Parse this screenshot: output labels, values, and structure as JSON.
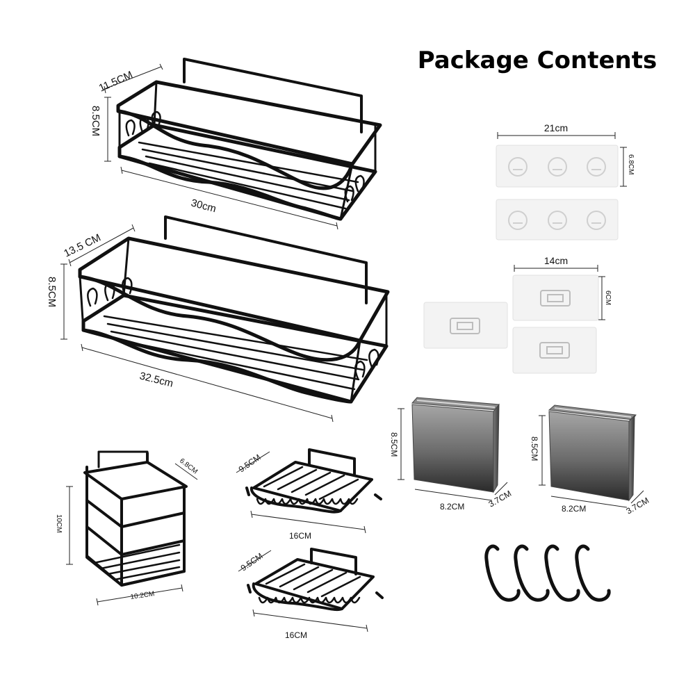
{
  "title": "Package Contents",
  "shelf_large_1": {
    "depth": "11.5CM",
    "height": "8.5CM",
    "length": "30cm"
  },
  "shelf_large_2": {
    "depth": "13.5 CM",
    "height": "8.5CM",
    "length": "32.5cm"
  },
  "holder_basket": {
    "depth": "6.8CM",
    "height": "10CM",
    "width": "10.2CM"
  },
  "soap_dish_1": {
    "depth": "9.5CM",
    "length": "16CM"
  },
  "soap_dish_2": {
    "depth": "9.5CM",
    "length": "16CM"
  },
  "large_adhesive": {
    "width": "21cm",
    "height": "6.8CM"
  },
  "small_adhesive": {
    "width": "14cm",
    "height": "6CM"
  },
  "cup_1": {
    "height": "8.5CM",
    "width": "8.2CM",
    "depth": "3.7CM"
  },
  "cup_2": {
    "height": "8.5CM",
    "width": "8.2CM",
    "depth": "3.7CM"
  },
  "colors": {
    "wire": "#111111",
    "cup_top": "#9c9c9c",
    "cup_bottom": "#2a2a2a",
    "pad": "#f3f3f3"
  }
}
